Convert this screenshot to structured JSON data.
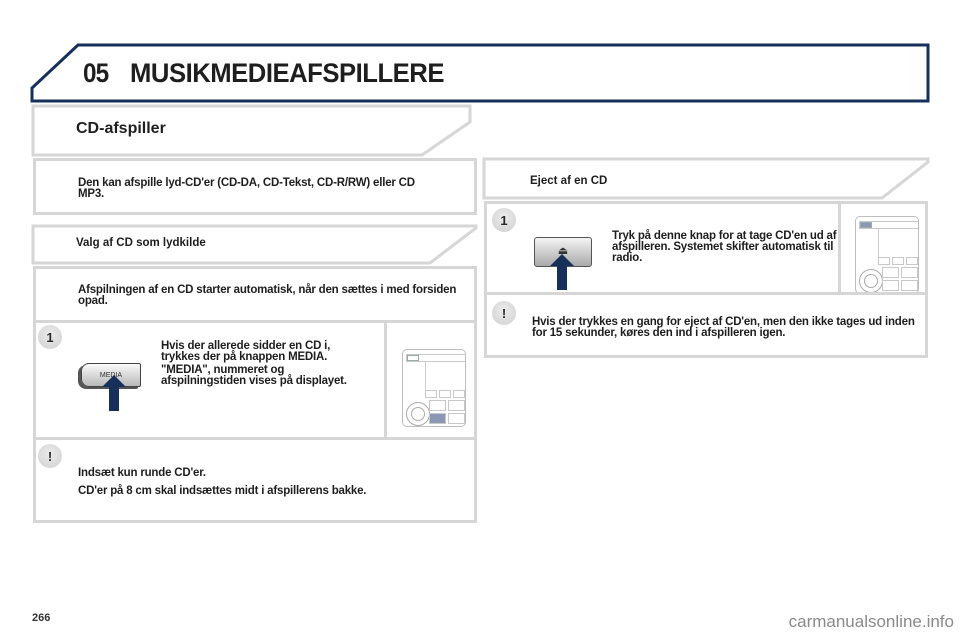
{
  "header": {
    "chapter_number": "05",
    "chapter_title": "MUSIKMEDIEAFSPILLERE",
    "border_color": "#17305a"
  },
  "left_column": {
    "section_title": "CD-afspiller",
    "intro_text": "Den kan afspille lyd-CD'er (CD-DA, CD-Tekst, CD-R/RW) eller CD MP3.",
    "subsection_title": "Valg af CD som lydkilde",
    "autoplay_text": "Afspilningen af en CD starter automatisk, når den sættes i med forsiden opad.",
    "step": {
      "badge": "1",
      "button_label": "MEDIA",
      "text_line1": "Hvis der allerede sidder en CD i, trykkes der på knappen MEDIA.",
      "text_line2": "\"MEDIA\", nummeret og afspilningstiden vises på displayet."
    },
    "warning": {
      "badge": "!",
      "line1": "Indsæt kun runde CD'er.",
      "line2": "CD'er på 8 cm skal indsættes midt i afspillerens bakke."
    }
  },
  "right_column": {
    "section_title": "Eject af en CD",
    "step": {
      "badge": "1",
      "button_icon": "eject-icon",
      "button_glyph": "⏏",
      "text": "Tryk på denne knap for at tage CD'en ud af afspilleren. Systemet skifter automatisk til radio."
    },
    "warning": {
      "badge": "!",
      "text": "Hvis der trykkes en gang for eject af CD'en, men den ikke tages ud inden for 15 sekunder, køres den ind i afspilleren igen."
    }
  },
  "footer": {
    "page_number": "266",
    "watermark": "carmanualsonline.info"
  },
  "colors": {
    "accent_navy": "#17305a",
    "box_border": "#d6d6d6",
    "highlight": "#8b98b5"
  }
}
